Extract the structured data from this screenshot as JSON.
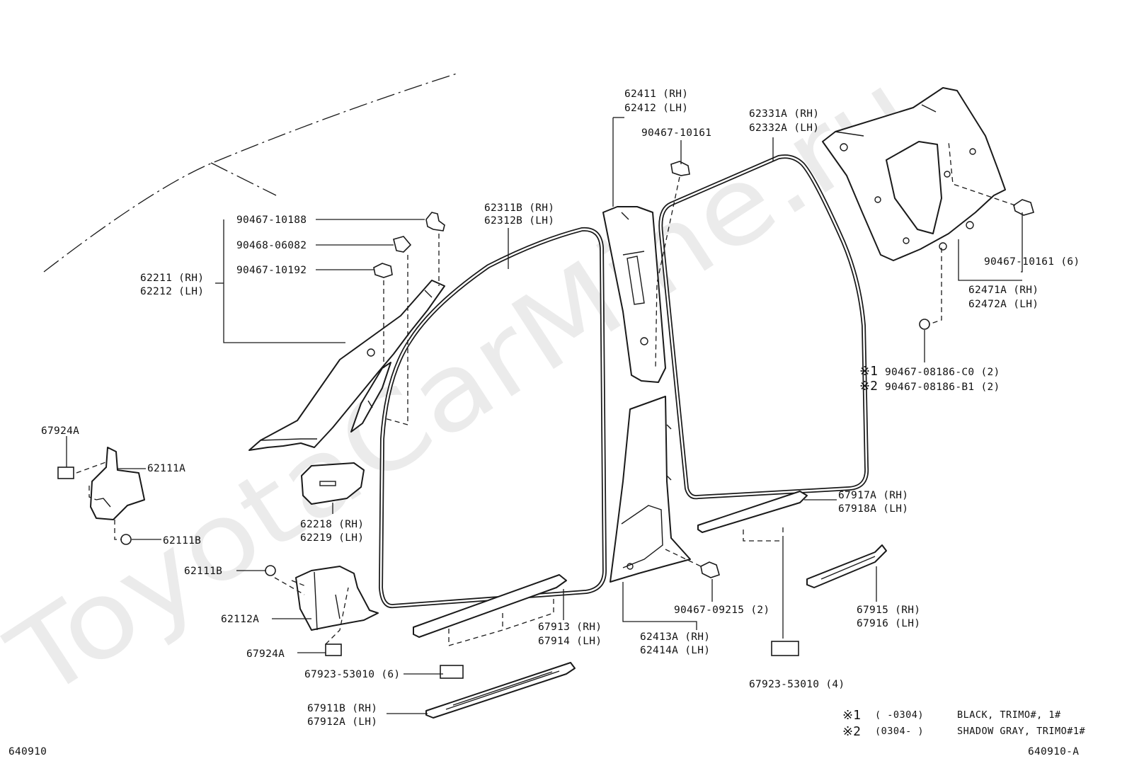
{
  "watermark": "ToyotaCarMine.ru",
  "labels": {
    "c_90467_10188": "90467-10188",
    "c_90468_06082": "90468-06082",
    "c_90467_10192": "90467-10192",
    "p_62211": "62211 (RH)",
    "p_62212": "62212 (LH)",
    "p_62311b": "62311B (RH)",
    "p_62312b": "62312B (LH)",
    "p_62411": "62411 (RH)",
    "p_62412": "62412 (LH)",
    "c_90467_10161_top": "90467-10161",
    "p_62331a": "62331A (RH)",
    "p_62332a": "62332A (LH)",
    "c_90467_10161_6": "90467-10161 (6)",
    "p_62471a": "62471A (RH)",
    "p_62472a": "62472A (LH)",
    "n1_90467_08186_c0": "90467-08186-C0 (2)",
    "n2_90467_08186_b1": "90467-08186-B1 (2)",
    "p_67924a_top": "67924A",
    "p_62111a": "62111A",
    "p_62111b_left": "62111B",
    "p_62218": "62218 (RH)",
    "p_62219": "62219 (LH)",
    "p_62111b_mid": "62111B",
    "p_62112a": "62112A",
    "p_67924a_bottom": "67924A",
    "p_67913": "67913 (RH)",
    "p_67914": "67914 (LH)",
    "c_67923_53010_6": "67923-53010 (6)",
    "p_67911b": "67911B (RH)",
    "p_67912a": "67912A (LH)",
    "c_90467_09215": "90467-09215 (2)",
    "p_62413a": "62413A (RH)",
    "p_62414a": "62414A (LH)",
    "p_67917a": "67917A (RH)",
    "p_67918a": "67918A (LH)",
    "p_67915": "67915 (RH)",
    "p_67916": "67916 (LH)",
    "c_67923_53010_4": "67923-53010 (4)"
  },
  "marks": {
    "m1": "※1",
    "m2": "※2"
  },
  "notes": {
    "n1_range": "(      -0304)",
    "n1_desc": "BLACK, TRIMO#, 1#",
    "n2_range": "(0304-      )",
    "n2_desc": "SHADOW GRAY, TRIMO#1#"
  },
  "codes": {
    "left": "640910",
    "right": "640910-A"
  }
}
